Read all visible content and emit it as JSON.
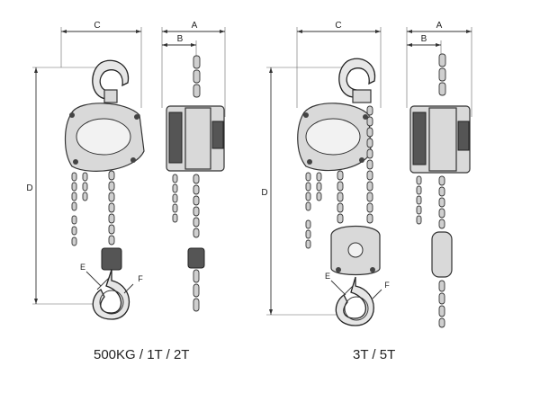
{
  "dimension_labels": {
    "a": "A",
    "b": "B",
    "c": "C",
    "d": "D",
    "e": "E",
    "f": "F"
  },
  "captions": {
    "left_model": "500KG / 1T / 2T",
    "right_model": "3T / 5T"
  },
  "colors": {
    "line": "#333333",
    "fill_light": "#d9d9d9",
    "fill_dark": "#555555"
  }
}
